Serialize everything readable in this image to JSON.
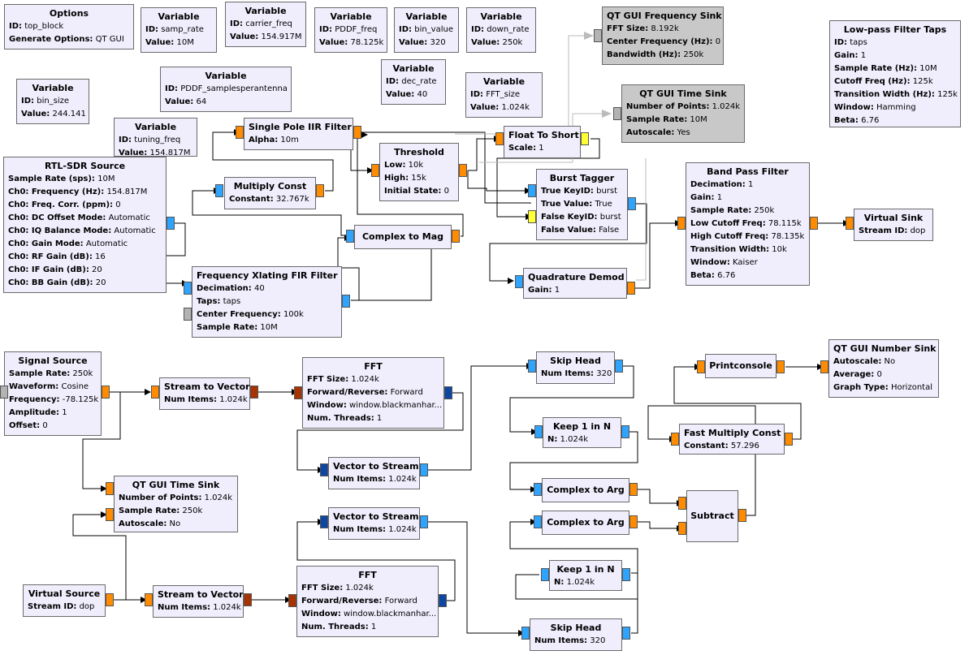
{
  "colors": {
    "complex": "#2ea4ff",
    "float": "#ff8c00",
    "short": "#ffff33",
    "vec_complex": "#0d47a1",
    "vec_float": "#a83200",
    "message": "#b3b3b3",
    "block_bg": "#f0eefd",
    "disabled_bg": "#c8c8c8"
  },
  "blocks": [
    {
      "id": "options",
      "title": "Options",
      "params": [
        {
          "label": "ID:",
          "value": "top_block"
        },
        {
          "label": "Generate Options:",
          "value": "QT GUI"
        }
      ]
    },
    {
      "id": "var-samp-rate",
      "title": "Variable",
      "params": [
        {
          "label": "ID:",
          "value": "samp_rate"
        },
        {
          "label": "Value:",
          "value": "10M"
        }
      ]
    },
    {
      "id": "var-carrier-freq",
      "title": "Variable",
      "params": [
        {
          "label": "ID:",
          "value": "carrier_freq"
        },
        {
          "label": "Value:",
          "value": "154.917M"
        }
      ]
    },
    {
      "id": "var-pddf-freq",
      "title": "Variable",
      "params": [
        {
          "label": "ID:",
          "value": "PDDF_freq"
        },
        {
          "label": "Value:",
          "value": "78.125k"
        }
      ]
    },
    {
      "id": "var-bin-value",
      "title": "Variable",
      "params": [
        {
          "label": "ID:",
          "value": "bin_value"
        },
        {
          "label": "Value:",
          "value": "320"
        }
      ]
    },
    {
      "id": "var-down-rate",
      "title": "Variable",
      "params": [
        {
          "label": "ID:",
          "value": "down_rate"
        },
        {
          "label": "Value:",
          "value": "250k"
        }
      ]
    },
    {
      "id": "qt-gui-frequency-sink",
      "title": "QT GUI Frequency Sink",
      "params": [
        {
          "label": "FFT Size:",
          "value": "8.192k"
        },
        {
          "label": "Center Frequency (Hz):",
          "value": "0"
        },
        {
          "label": "Bandwidth (Hz):",
          "value": "250k"
        }
      ]
    },
    {
      "id": "low-pass-filter-taps",
      "title": "Low-pass Filter Taps",
      "params": [
        {
          "label": "ID:",
          "value": "taps"
        },
        {
          "label": "Gain:",
          "value": "1"
        },
        {
          "label": "Sample Rate (Hz):",
          "value": "10M"
        },
        {
          "label": "Cutoff Freq (Hz):",
          "value": "125k"
        },
        {
          "label": "Transition Width (Hz):",
          "value": "125k"
        },
        {
          "label": "Window:",
          "value": "Hamming"
        },
        {
          "label": "Beta:",
          "value": "6.76"
        }
      ]
    },
    {
      "id": "var-pddf-samples",
      "title": "Variable",
      "params": [
        {
          "label": "ID:",
          "value": "PDDF_samplesperantenna"
        },
        {
          "label": "Value:",
          "value": "64"
        }
      ]
    },
    {
      "id": "var-dec-rate",
      "title": "Variable",
      "params": [
        {
          "label": "ID:",
          "value": "dec_rate"
        },
        {
          "label": "Value:",
          "value": "40"
        }
      ]
    },
    {
      "id": "var-bin-size",
      "title": "Variable",
      "params": [
        {
          "label": "ID:",
          "value": "bin_size"
        },
        {
          "label": "Value:",
          "value": "244.141"
        }
      ]
    },
    {
      "id": "var-fft-size",
      "title": "Variable",
      "params": [
        {
          "label": "ID:",
          "value": "FFT_size"
        },
        {
          "label": "Value:",
          "value": "1.024k"
        }
      ]
    },
    {
      "id": "qt-gui-time-sink-1",
      "title": "QT GUI Time Sink",
      "params": [
        {
          "label": "Number of Points:",
          "value": "1.024k"
        },
        {
          "label": "Sample Rate:",
          "value": "10M"
        },
        {
          "label": "Autoscale:",
          "value": "Yes"
        }
      ]
    },
    {
      "id": "var-tuning-freq",
      "title": "Variable",
      "params": [
        {
          "label": "ID:",
          "value": "tuning_freq"
        },
        {
          "label": "Value:",
          "value": "154.817M"
        }
      ]
    },
    {
      "id": "single-pole-iir-filter",
      "title": "Single Pole IIR Filter",
      "params": [
        {
          "label": "Alpha:",
          "value": "10m"
        }
      ]
    },
    {
      "id": "float-to-short",
      "title": "Float To Short",
      "params": [
        {
          "label": "Scale:",
          "value": "1"
        }
      ]
    },
    {
      "id": "threshold",
      "title": "Threshold",
      "params": [
        {
          "label": "Low:",
          "value": "10k"
        },
        {
          "label": "High:",
          "value": "15k"
        },
        {
          "label": "Initial State:",
          "value": "0"
        }
      ]
    },
    {
      "id": "rtl-sdr-source",
      "title": "RTL-SDR Source",
      "params": [
        {
          "label": "Sample Rate (sps):",
          "value": "10M"
        },
        {
          "label": "Ch0: Frequency (Hz):",
          "value": "154.817M"
        },
        {
          "label": "Ch0: Freq. Corr. (ppm):",
          "value": "0"
        },
        {
          "label": "Ch0: DC Offset Mode:",
          "value": "Automatic"
        },
        {
          "label": "Ch0: IQ Balance Mode:",
          "value": "Automatic"
        },
        {
          "label": "Ch0: Gain Mode:",
          "value": "Automatic"
        },
        {
          "label": "Ch0: RF Gain (dB):",
          "value": "16"
        },
        {
          "label": "Ch0: IF Gain (dB):",
          "value": "20"
        },
        {
          "label": "Ch0: BB Gain (dB):",
          "value": "20"
        }
      ]
    },
    {
      "id": "multiply-const",
      "title": "Multiply Const",
      "params": [
        {
          "label": "Constant:",
          "value": "32.767k"
        }
      ]
    },
    {
      "id": "burst-tagger",
      "title": "Burst Tagger",
      "params": [
        {
          "label": "True KeyID:",
          "value": "burst"
        },
        {
          "label": "True Value:",
          "value": "True"
        },
        {
          "label": "False KeyID:",
          "value": "burst"
        },
        {
          "label": "False Value:",
          "value": "False"
        }
      ]
    },
    {
      "id": "band-pass-filter",
      "title": "Band Pass Filter",
      "params": [
        {
          "label": "Decimation:",
          "value": "1"
        },
        {
          "label": "Gain:",
          "value": "1"
        },
        {
          "label": "Sample Rate:",
          "value": "250k"
        },
        {
          "label": "Low Cutoff Freq:",
          "value": "78.115k"
        },
        {
          "label": "High Cutoff Freq:",
          "value": "78.135k"
        },
        {
          "label": "Transition Width:",
          "value": "10k"
        },
        {
          "label": "Window:",
          "value": "Kaiser"
        },
        {
          "label": "Beta:",
          "value": "6.76"
        }
      ]
    },
    {
      "id": "virtual-sink",
      "title": "Virtual Sink",
      "params": [
        {
          "label": "Stream ID:",
          "value": "dop"
        }
      ]
    },
    {
      "id": "complex-to-mag",
      "title": "Complex to Mag",
      "params": []
    },
    {
      "id": "frequency-xlating-fir-filter",
      "title": "Frequency Xlating FIR Filter",
      "params": [
        {
          "label": "Decimation:",
          "value": "40"
        },
        {
          "label": "Taps:",
          "value": "taps"
        },
        {
          "label": "Center Frequency:",
          "value": "100k"
        },
        {
          "label": "Sample Rate:",
          "value": "10M"
        }
      ]
    },
    {
      "id": "quadrature-demod",
      "title": "Quadrature Demod",
      "params": [
        {
          "label": "Gain:",
          "value": "1"
        }
      ]
    },
    {
      "id": "signal-source",
      "title": "Signal Source",
      "params": [
        {
          "label": "Sample Rate:",
          "value": "250k"
        },
        {
          "label": "Waveform:",
          "value": "Cosine"
        },
        {
          "label": "Frequency:",
          "value": "-78.125k"
        },
        {
          "label": "Amplitude:",
          "value": "1"
        },
        {
          "label": "Offset:",
          "value": "0"
        }
      ]
    },
    {
      "id": "stream-to-vector-1",
      "title": "Stream to Vector",
      "params": [
        {
          "label": "Num Items:",
          "value": "1.024k"
        }
      ]
    },
    {
      "id": "fft-1",
      "title": "FFT",
      "params": [
        {
          "label": "FFT Size:",
          "value": "1.024k"
        },
        {
          "label": "Forward/Reverse:",
          "value": "Forward"
        },
        {
          "label": "Window:",
          "value": "window.blackmanhar..."
        },
        {
          "label": "Num. Threads:",
          "value": "1"
        }
      ]
    },
    {
      "id": "skip-head-1",
      "title": "Skip Head",
      "params": [
        {
          "label": "Num Items:",
          "value": "320"
        }
      ]
    },
    {
      "id": "printconsole",
      "title": "Printconsole",
      "params": []
    },
    {
      "id": "qt-gui-number-sink",
      "title": "QT GUI Number Sink",
      "params": [
        {
          "label": "Autoscale:",
          "value": "No"
        },
        {
          "label": "Average:",
          "value": "0"
        },
        {
          "label": "Graph Type:",
          "value": "Horizontal"
        }
      ]
    },
    {
      "id": "keep-1-in-n-1",
      "title": "Keep 1 in N",
      "params": [
        {
          "label": "N:",
          "value": "1.024k"
        }
      ]
    },
    {
      "id": "fast-multiply-const",
      "title": "Fast Multiply Const",
      "params": [
        {
          "label": "Constant:",
          "value": "57.296"
        }
      ]
    },
    {
      "id": "vector-to-stream-1",
      "title": "Vector to Stream",
      "params": [
        {
          "label": "Num Items:",
          "value": "1.024k"
        }
      ]
    },
    {
      "id": "qt-gui-time-sink-2",
      "title": "QT GUI Time Sink",
      "params": [
        {
          "label": "Number of Points:",
          "value": "1.024k"
        },
        {
          "label": "Sample Rate:",
          "value": "250k"
        },
        {
          "label": "Autoscale:",
          "value": "No"
        }
      ]
    },
    {
      "id": "complex-to-arg-1",
      "title": "Complex to Arg",
      "params": []
    },
    {
      "id": "subtract",
      "title": "Subtract",
      "params": []
    },
    {
      "id": "complex-to-arg-2",
      "title": "Complex to Arg",
      "params": []
    },
    {
      "id": "vector-to-stream-2",
      "title": "Vector to Stream",
      "params": [
        {
          "label": "Num Items:",
          "value": "1.024k"
        }
      ]
    },
    {
      "id": "keep-1-in-n-2",
      "title": "Keep 1 in N",
      "params": [
        {
          "label": "N:",
          "value": "1.024k"
        }
      ]
    },
    {
      "id": "fft-2",
      "title": "FFT",
      "params": [
        {
          "label": "FFT Size:",
          "value": "1.024k"
        },
        {
          "label": "Forward/Reverse:",
          "value": "Forward"
        },
        {
          "label": "Window:",
          "value": "window.blackmanhar..."
        },
        {
          "label": "Num. Threads:",
          "value": "1"
        }
      ]
    },
    {
      "id": "virtual-source",
      "title": "Virtual Source",
      "params": [
        {
          "label": "Stream ID:",
          "value": "dop"
        }
      ]
    },
    {
      "id": "stream-to-vector-2",
      "title": "Stream to Vector",
      "params": [
        {
          "label": "Num Items:",
          "value": "1.024k"
        }
      ]
    },
    {
      "id": "skip-head-2",
      "title": "Skip Head",
      "params": [
        {
          "label": "Num Items:",
          "value": "320"
        }
      ]
    }
  ]
}
